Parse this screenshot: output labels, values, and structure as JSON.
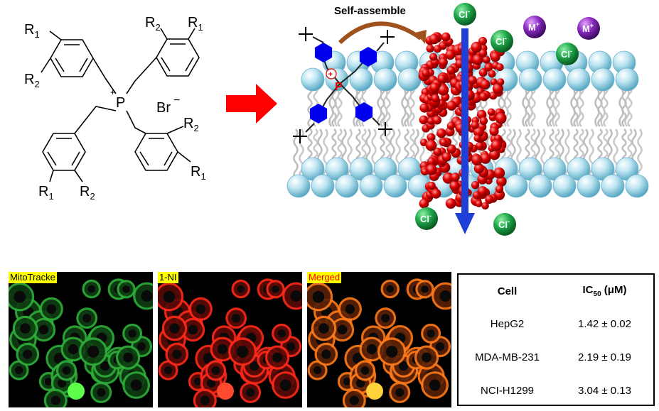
{
  "structure": {
    "r1": "R",
    "r1_sub": "1",
    "r2": "R",
    "r2_sub": "2",
    "p_label": "P",
    "plus": "+",
    "counter_ion": "Br",
    "counter_charge": "−"
  },
  "membrane": {
    "title": "Self-assemble",
    "chloride": "Cl",
    "chloride_charge": "-",
    "cation": "M",
    "cation_charge": "+",
    "p_label": "P",
    "plus": "+"
  },
  "colors": {
    "arrow": "#ff0000",
    "lipid_head": "#a9dcea",
    "chloride": "#1e9b3e",
    "cation": "#7a1fa6",
    "channel": "#e00000",
    "hexagon": "#0000ee",
    "flow_arrow": "#1f3fd6"
  },
  "panels": [
    {
      "label": "MitoTracke",
      "label_color": "#000000",
      "hue": "green"
    },
    {
      "label": "1-NI",
      "label_color": "#000000",
      "hue": "red"
    },
    {
      "label": "Merged",
      "label_color": "#ff0000",
      "hue": "orange"
    }
  ],
  "table": {
    "header_cell": "Cell",
    "header_ic": "IC",
    "header_ic_sub": "50",
    "header_ic_unit": " (μM)",
    "rows": [
      {
        "cell": "HepG2",
        "value": "1.42 ± 0.02"
      },
      {
        "cell": "MDA-MB-231",
        "value": "2.19 ± 0.19"
      },
      {
        "cell": "NCI-H1299",
        "value": "3.04 ± 0.13"
      }
    ]
  }
}
